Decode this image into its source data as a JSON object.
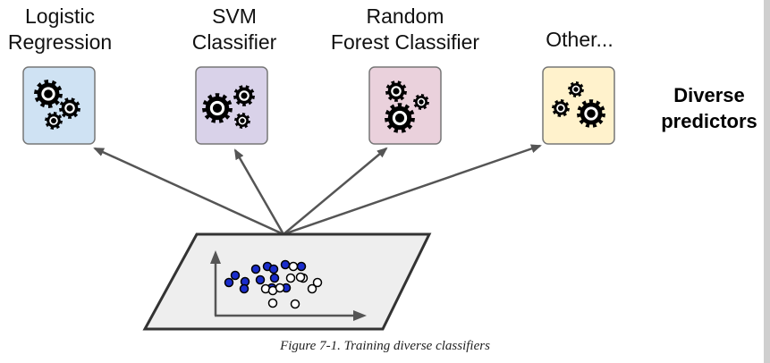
{
  "predictors": [
    {
      "label_lines": [
        "Logistic",
        "Regression"
      ],
      "color": "#cfe2f3"
    },
    {
      "label_lines": [
        "SVM",
        "Classifier"
      ],
      "color": "#d9d2e9"
    },
    {
      "label_lines": [
        "Random",
        "Forest Classifier"
      ],
      "color": "#ead1dc"
    },
    {
      "label_lines": [
        "Other..."
      ],
      "color": "#fff2cc"
    }
  ],
  "side_label": [
    "Diverse",
    "predictors"
  ],
  "caption": "Figure 7-1. Training diverse classifiers",
  "colors": {
    "arrow": "#555555",
    "gear": "#000000",
    "dataset_fill": "#eeeeee",
    "dataset_stroke": "#333333",
    "point_filled": "#1a2dcc",
    "axis": "#555555"
  },
  "icons": [
    "gears-icon",
    "arrow-icon",
    "axis-arrow-icon"
  ]
}
